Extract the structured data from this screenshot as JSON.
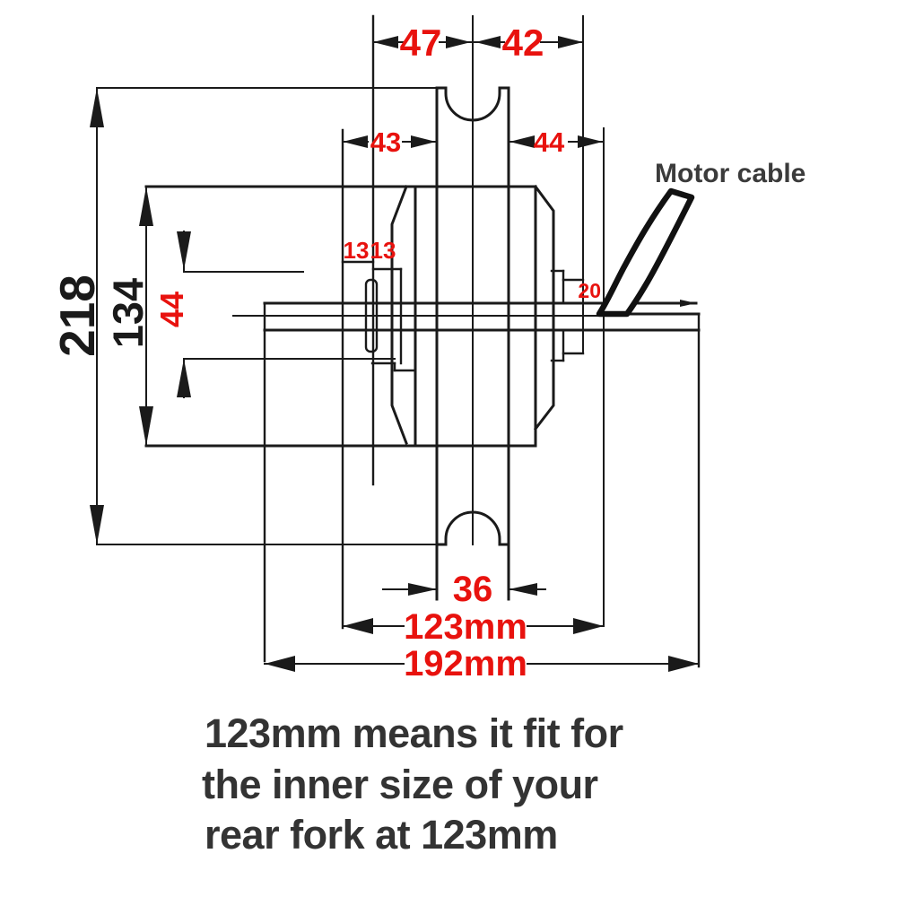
{
  "diagram": {
    "dimensions": {
      "top_width_left": "47",
      "top_width_right": "42",
      "hub_width_left": "43",
      "hub_width_right": "44",
      "step_width_left": "13",
      "step_width_right": "13",
      "wheel_diameter": "218",
      "motor_diameter": "134",
      "axle_offset": "44",
      "cable_exit_length": "20",
      "rim_inner_width": "36",
      "fork_inner_width": "123mm",
      "axle_overall_length": "192mm"
    },
    "labels": {
      "motor_cable": "Motor cable"
    },
    "caption": {
      "line1": "123mm means it fit for",
      "line2": "the inner size of your",
      "line3": "rear fork at 123mm"
    },
    "colors": {
      "dimension_red": "#e8120e",
      "drawing_line": "#1a1a1a",
      "label_gray": "#3b3b3b",
      "caption_dark": "#333333",
      "background": "#ffffff"
    }
  }
}
